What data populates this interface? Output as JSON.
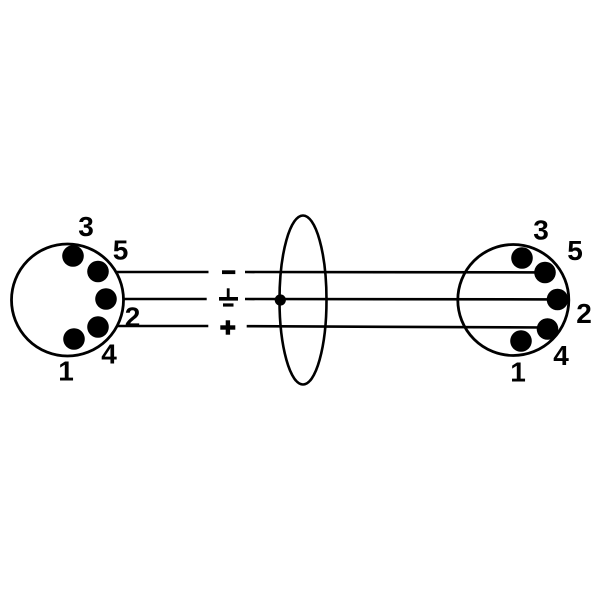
{
  "colors": {
    "ink": "#000000",
    "background": "#ffffff"
  },
  "left_connector": {
    "pin_labels": [
      "3",
      "5",
      "2",
      "4",
      "1"
    ]
  },
  "right_connector": {
    "pin_labels": [
      "3",
      "5",
      "2",
      "4",
      "1"
    ]
  },
  "wires": [
    {
      "position": "top",
      "symbol": "-",
      "symbol_name": "minus-symbol"
    },
    {
      "position": "middle",
      "symbol": "⏚",
      "symbol_name": "ground-symbol"
    },
    {
      "position": "bottom",
      "symbol": "+",
      "symbol_name": "plus-symbol"
    }
  ]
}
